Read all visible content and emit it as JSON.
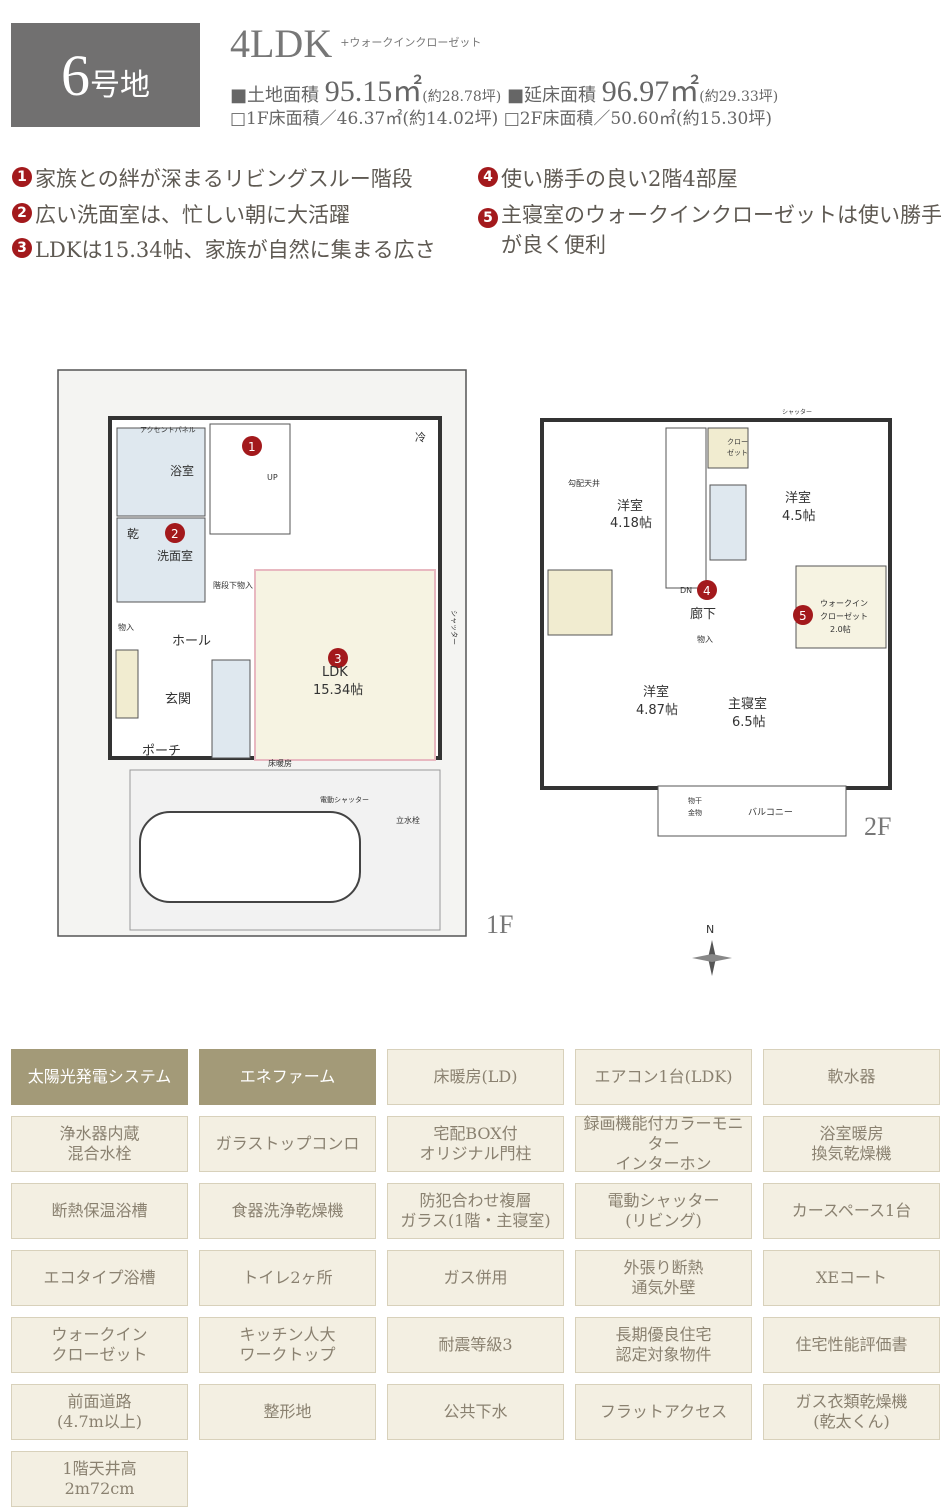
{
  "header": {
    "lot_number": "6",
    "lot_suffix": "号地",
    "layout": "4LDK",
    "layout_note": "+ウォークインクローゼット",
    "land_label": "■土地面積",
    "land_area": "95.15㎡",
    "land_tsubo": "(約28.78坪)",
    "floor_label": "■延床面積",
    "floor_area": "96.97㎡",
    "floor_tsubo": "(約29.33坪)",
    "floor1": "□1F床面積／46.37㎡(約14.02坪)",
    "floor2": "□2F床面積／50.60㎡(約15.30坪)"
  },
  "features": [
    {
      "n": "1",
      "text": "家族との絆が深まるリビングスルー階段"
    },
    {
      "n": "2",
      "text": "広い洗面室は、忙しい朝に大活躍"
    },
    {
      "n": "3",
      "text": "LDKは15.34帖、家族が自然に集まる広さ"
    },
    {
      "n": "4",
      "text": "使い勝手の良い2階4部屋"
    },
    {
      "n": "5",
      "text": "主寝室のウォークインクローゼットは使い勝手",
      "text2": "が良く便利"
    }
  ],
  "plan1f": {
    "floor": "1F",
    "bath": "浴室",
    "panel": "アクセントパネル",
    "dry": "乾",
    "wash": "洗面室",
    "hall": "ホール",
    "entrance": "玄関",
    "porch": "ポーチ",
    "under_stairs": "階段下物入",
    "storage": "物入",
    "ldk": "LDK",
    "ldk_size": "15.34帖",
    "floor_heat": "床暖房",
    "fridge": "冷",
    "up": "UP",
    "shutter": "電動シャッター",
    "faucet": "立水栓",
    "shutter2": "シャッター"
  },
  "plan2f": {
    "floor": "2F",
    "r1": "洋室",
    "r1s": "4.18帖",
    "slope": "勾配天井",
    "r2": "洋室",
    "r2s": "4.5帖",
    "r3": "洋室",
    "r3s": "4.87帖",
    "master": "主寝室",
    "masters": "6.5帖",
    "hall": "廊下",
    "dn": "DN",
    "wic": "ウォークイン",
    "wic2": "クローゼット",
    "wics": "2.0帖",
    "closet": "クロー",
    "closet2": "ゼット",
    "storage": "物入",
    "hanger": "物干",
    "hanger2": "金物",
    "balcony": "バルコニー",
    "shutter": "シャッター"
  },
  "compass": "N",
  "equipment": [
    {
      "label": "太陽光発電システム",
      "on": true
    },
    {
      "label": "エネファーム",
      "on": true
    },
    {
      "label": "床暖房(LD)"
    },
    {
      "label": "エアコン1台(LDK)"
    },
    {
      "label": "軟水器"
    },
    {
      "label": "浄水器内蔵\n混合水栓"
    },
    {
      "label": "ガラストップコンロ"
    },
    {
      "label": "宅配BOX付\nオリジナル門柱"
    },
    {
      "label": "録画機能付カラーモニター\nインターホン"
    },
    {
      "label": "浴室暖房\n換気乾燥機"
    },
    {
      "label": "断熱保温浴槽"
    },
    {
      "label": "食器洗浄乾燥機"
    },
    {
      "label": "防犯合わせ複層\nガラス(1階・主寝室)"
    },
    {
      "label": "電動シャッター\n(リビング)"
    },
    {
      "label": "カースペース1台"
    },
    {
      "label": "エコタイプ浴槽"
    },
    {
      "label": "トイレ2ヶ所"
    },
    {
      "label": "ガス併用"
    },
    {
      "label": "外張り断熱\n通気外壁"
    },
    {
      "label": "XEコート"
    },
    {
      "label": "ウォークイン\nクローゼット"
    },
    {
      "label": "キッチン人大\nワークトップ"
    },
    {
      "label": "耐震等級3"
    },
    {
      "label": "長期優良住宅\n認定対象物件"
    },
    {
      "label": "住宅性能評価書"
    },
    {
      "label": "前面道路\n(4.7m以上)"
    },
    {
      "label": "整形地"
    },
    {
      "label": "公共下水"
    },
    {
      "label": "フラットアクセス"
    },
    {
      "label": "ガス衣類乾燥機\n(乾太くん)"
    },
    {
      "label": "1階天井高\n2m72cm"
    }
  ],
  "colors": {
    "lot_bg": "#717070",
    "badge": "#a3191c",
    "cell_bg": "#f3efe2",
    "cell_on": "#a39a78"
  }
}
